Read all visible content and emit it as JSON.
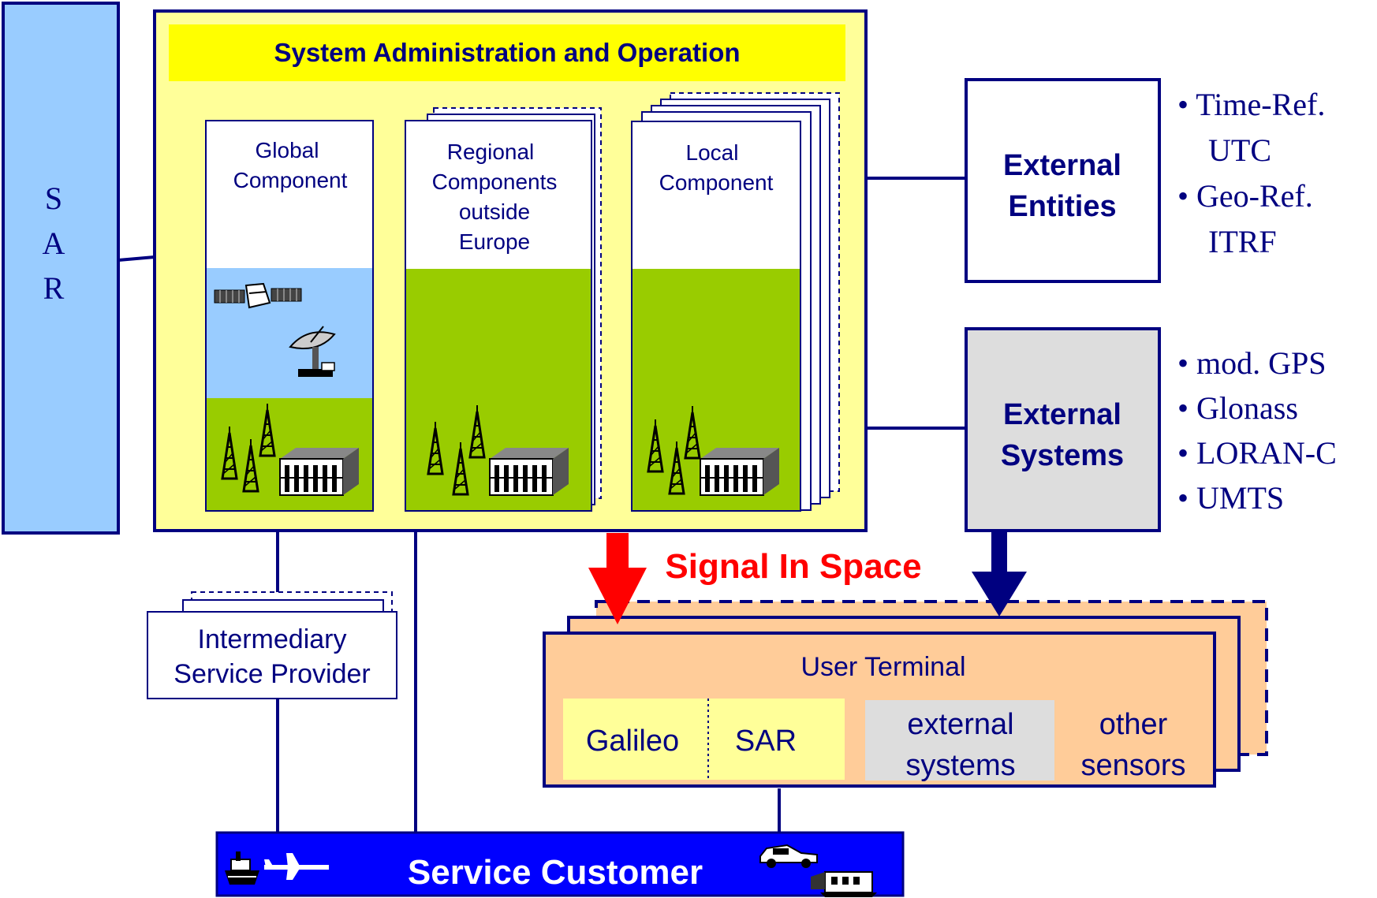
{
  "sar_column": {
    "letters": [
      "S",
      "A",
      "R"
    ]
  },
  "system": {
    "title": "System Administration and Operation",
    "global": {
      "lines": [
        "Global",
        "Component"
      ]
    },
    "regional": {
      "lines": [
        "Regional",
        "Components",
        "outside",
        "Europe"
      ]
    },
    "local": {
      "lines": [
        "Local",
        "Component"
      ]
    }
  },
  "external_entities": {
    "lines": [
      "External",
      "Entities"
    ],
    "bullets": [
      "• Time-Ref.",
      "UTC",
      "• Geo-Ref.",
      "ITRF"
    ]
  },
  "external_systems": {
    "lines": [
      "External",
      "Systems"
    ],
    "bullets": [
      "• mod. GPS",
      "• Glonass",
      "• LORAN-C",
      "• UMTS"
    ]
  },
  "signal_label": "Signal In Space",
  "intermediary": {
    "lines": [
      "Intermediary",
      "Service Provider"
    ]
  },
  "user_terminal": {
    "title": "User Terminal",
    "galileo": "Galileo",
    "sar": "SAR",
    "external": [
      "external",
      "systems"
    ],
    "other": [
      "other",
      "sensors"
    ]
  },
  "service_customer": "Service Customer",
  "colors": {
    "sar_blue": "#99ccff",
    "navy": "#000080",
    "pale_yellow": "#ffff99",
    "yellow": "#ffff00",
    "sky": "#99ccff",
    "green": "#99cc00",
    "peach": "#ffcc99",
    "grey": "#dddddd",
    "signal_red": "#ff0000",
    "customer_blue": "#0000ff"
  }
}
